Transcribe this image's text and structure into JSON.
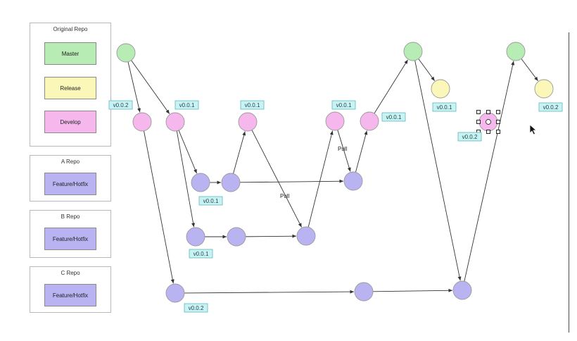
{
  "colors": {
    "master": "#b7ecb4",
    "release": "#fbf7b8",
    "develop": "#f6b8ec",
    "feature": "#b9b3f2",
    "node_stroke": "#9a9a9a",
    "edge": "#333333"
  },
  "panels": [
    {
      "title": "Original Repo",
      "items": [
        {
          "label": "Master",
          "kind": "master"
        },
        {
          "label": "Release",
          "kind": "release"
        },
        {
          "label": "Develop",
          "kind": "develop"
        }
      ]
    },
    {
      "title": "A Repo",
      "items": [
        {
          "label": "Feature/Hotfix",
          "kind": "feature"
        }
      ]
    },
    {
      "title": "B Repo",
      "items": [
        {
          "label": "Feature/Hotfix",
          "kind": "feature"
        }
      ]
    },
    {
      "title": "C Repo",
      "items": [
        {
          "label": "Feature/Hotfix",
          "kind": "feature"
        }
      ]
    }
  ],
  "diagram": {
    "nodes": [
      {
        "id": "m1",
        "kind": "master"
      },
      {
        "id": "m2",
        "kind": "master"
      },
      {
        "id": "m3",
        "kind": "master"
      },
      {
        "id": "r1",
        "kind": "release"
      },
      {
        "id": "r2",
        "kind": "release"
      },
      {
        "id": "d1",
        "kind": "develop"
      },
      {
        "id": "d2",
        "kind": "develop"
      },
      {
        "id": "d3",
        "kind": "develop"
      },
      {
        "id": "d4",
        "kind": "develop"
      },
      {
        "id": "d5",
        "kind": "develop"
      },
      {
        "id": "d6",
        "kind": "develop",
        "selected": true
      },
      {
        "id": "a1",
        "kind": "feature"
      },
      {
        "id": "a2",
        "kind": "feature"
      },
      {
        "id": "a3",
        "kind": "feature"
      },
      {
        "id": "b1",
        "kind": "feature"
      },
      {
        "id": "b2",
        "kind": "feature"
      },
      {
        "id": "b3",
        "kind": "feature"
      },
      {
        "id": "c1",
        "kind": "feature"
      },
      {
        "id": "c2",
        "kind": "feature"
      },
      {
        "id": "c3",
        "kind": "feature"
      }
    ],
    "edges": [
      {
        "from": "m1",
        "to": "d1"
      },
      {
        "from": "m1",
        "to": "d2"
      },
      {
        "from": "d1",
        "to": "c1"
      },
      {
        "from": "d2",
        "to": "a1"
      },
      {
        "from": "d2",
        "to": "b1"
      },
      {
        "from": "a1",
        "to": "a2"
      },
      {
        "from": "a2",
        "to": "d3"
      },
      {
        "from": "a2",
        "to": "a3"
      },
      {
        "from": "d3",
        "to": "b3",
        "label": "Pull"
      },
      {
        "from": "b1",
        "to": "b2"
      },
      {
        "from": "b2",
        "to": "b3"
      },
      {
        "from": "b3",
        "to": "d4"
      },
      {
        "from": "d4",
        "to": "a3",
        "label": "Pull"
      },
      {
        "from": "a3",
        "to": "d5"
      },
      {
        "from": "d5",
        "to": "m2"
      },
      {
        "from": "m2",
        "to": "r1"
      },
      {
        "from": "m2",
        "to": "c3"
      },
      {
        "from": "c1",
        "to": "c2"
      },
      {
        "from": "c2",
        "to": "c3"
      },
      {
        "from": "c3",
        "to": "m3"
      },
      {
        "from": "m3",
        "to": "r2"
      }
    ],
    "tags": [
      {
        "text": "v0.0.2",
        "near": "d1"
      },
      {
        "text": "v0.0.1",
        "near": "d2"
      },
      {
        "text": "v0.0.1",
        "near": "d3"
      },
      {
        "text": "v0.0.1",
        "near": "d4"
      },
      {
        "text": "v0.0.1",
        "near": "d5"
      },
      {
        "text": "v0.0.1",
        "near": "r1"
      },
      {
        "text": "v0.0.2",
        "near": "r2"
      },
      {
        "text": "v0.0.2",
        "near": "d6"
      },
      {
        "text": "v0.0.1",
        "near": "a2"
      },
      {
        "text": "v0.0.1",
        "near": "b1"
      },
      {
        "text": "v0.0.2",
        "near": "c1"
      }
    ]
  }
}
